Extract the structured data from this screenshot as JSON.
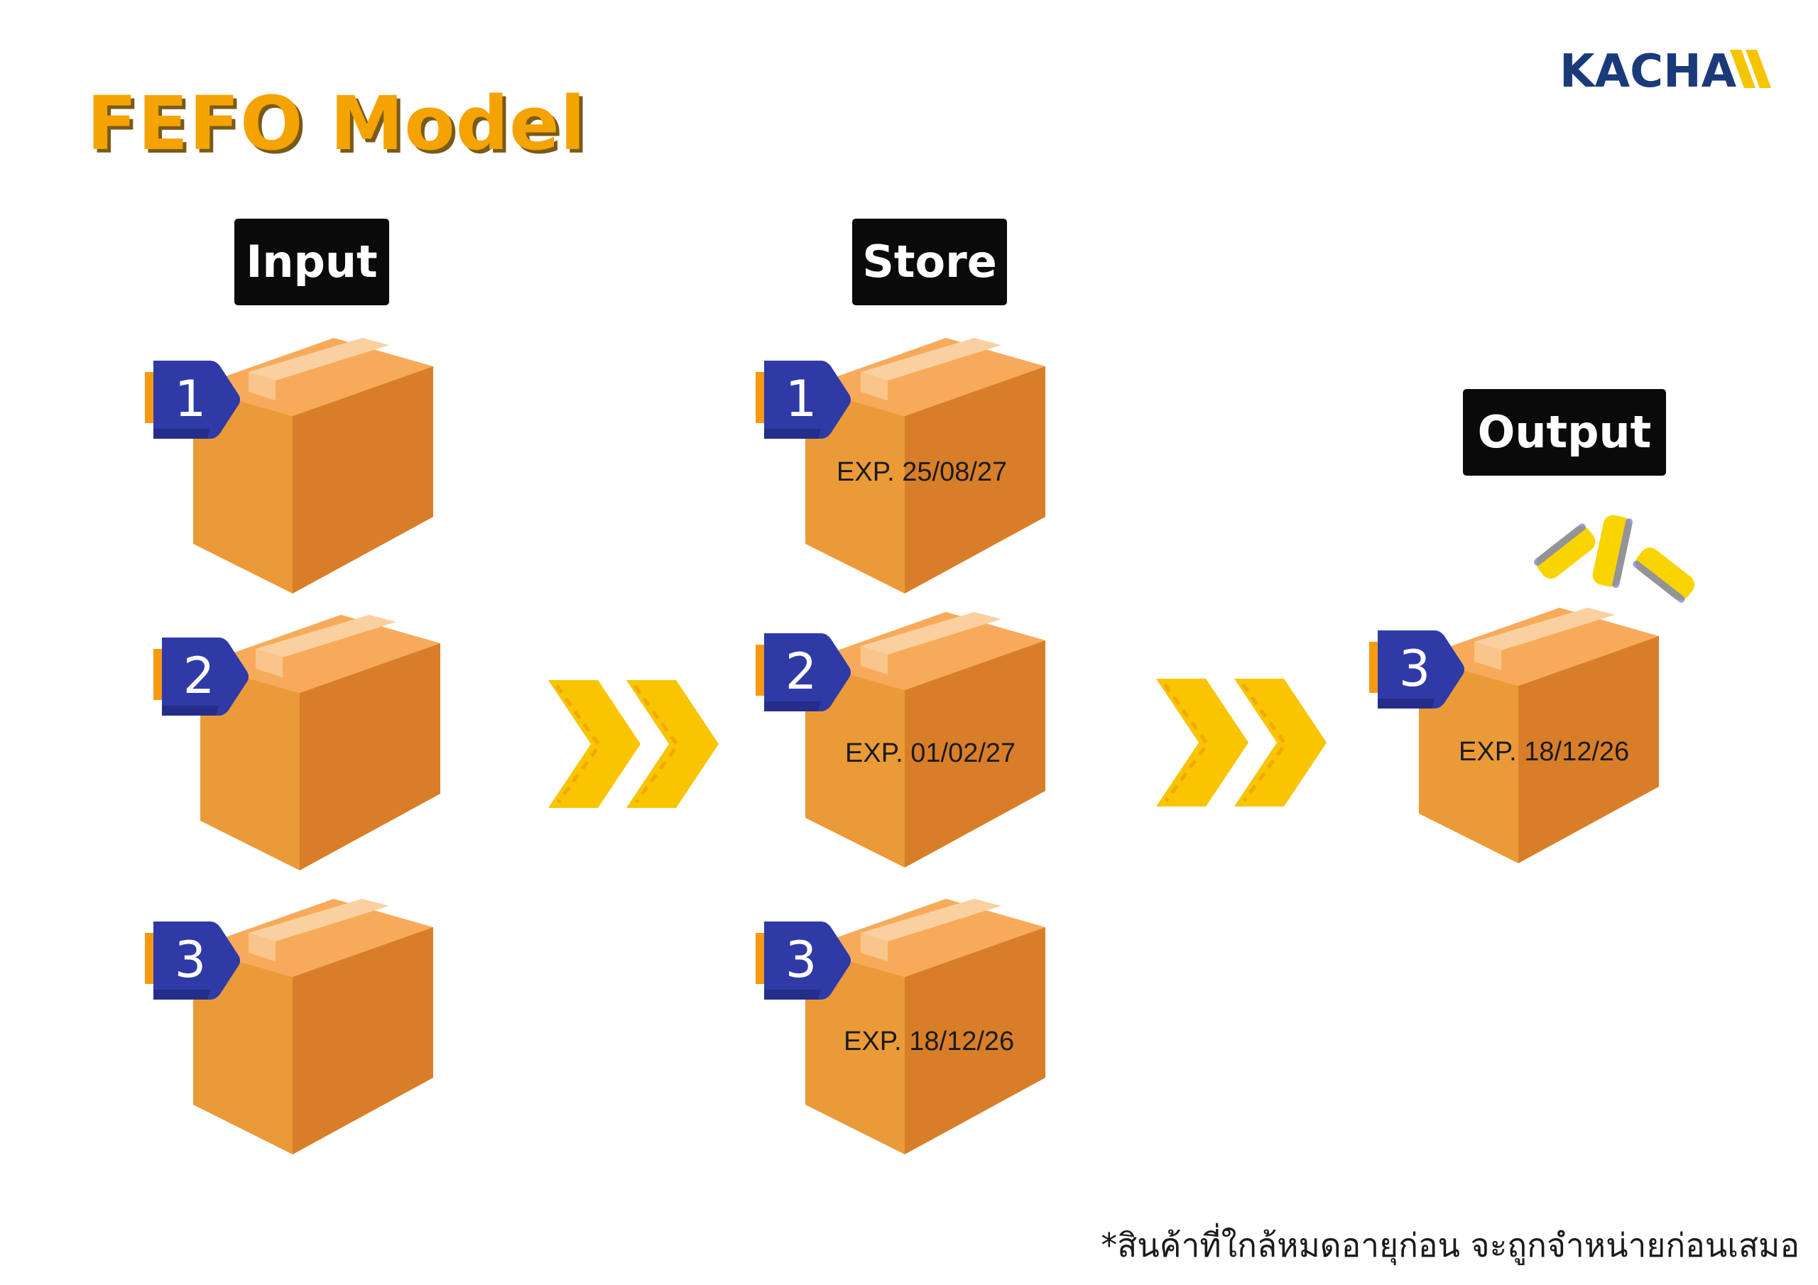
{
  "title": "FEFO Model",
  "logo": {
    "text": "KACHA",
    "icon": "stripes-icon",
    "color": "#1a3a7a",
    "accent": "#f5c400"
  },
  "columns": {
    "input": {
      "label": "Input",
      "boxes": [
        {
          "tag": "1"
        },
        {
          "tag": "2"
        },
        {
          "tag": "3"
        }
      ]
    },
    "store": {
      "label": "Store",
      "boxes": [
        {
          "tag": "1",
          "exp": "EXP. 25/08/27"
        },
        {
          "tag": "2",
          "exp": "EXP. 01/02/27"
        },
        {
          "tag": "3",
          "exp": "EXP. 18/12/26"
        }
      ]
    },
    "output": {
      "label": "Output",
      "boxes": [
        {
          "tag": "3",
          "exp": "EXP. 18/12/26"
        }
      ]
    }
  },
  "footnote": "*สินค้าที่ใกล้หมดอายุก่อน จะถูกจำหน่ายก่อนเสมอ",
  "colors": {
    "title": "#f5a300",
    "box_top": "#f7ab5a",
    "box_left": "#eb9a38",
    "box_right": "#d97e28",
    "tape": "#f9c58a",
    "tag": "#2f3aa6",
    "tag_tab": "#f79a12",
    "arrow": "#f9c400"
  }
}
